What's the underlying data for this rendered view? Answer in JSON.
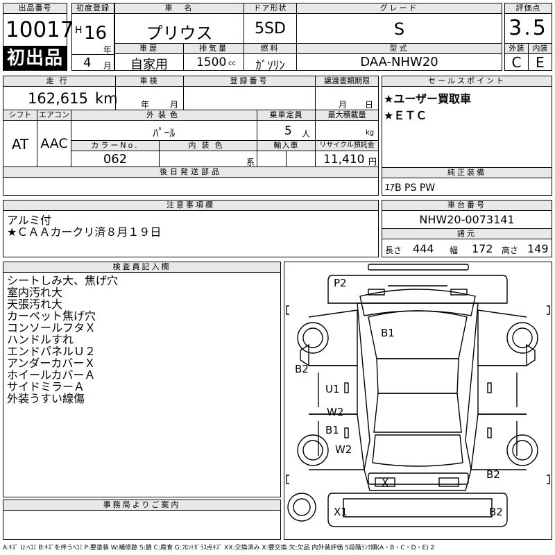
{
  "header": {
    "lot_no_label": "出品番号",
    "lot_no": "10017",
    "first_badge": "初出品",
    "first_reg_label": "初度登録",
    "era": "H",
    "year": "16",
    "year_unit": "年",
    "month": "4",
    "month_unit": "月",
    "car_name_label": "車　名",
    "car_name": "プリウス",
    "history_label": "車歴",
    "history": "自家用",
    "displacement_label": "排気量",
    "displacement": "1500",
    "displacement_unit": "cc",
    "door_label": "ドア形状",
    "door": "5SD",
    "fuel_label": "燃料",
    "fuel": "ｶﾞｿﾘﾝ",
    "grade_label": "グレード",
    "grade": "S",
    "model_label": "型式",
    "model": "DAA-NHW20",
    "score_label": "評価点",
    "score": "3.5",
    "exterior_label": "外装",
    "exterior": "C",
    "interior_label": "内装",
    "interior": "E"
  },
  "row2": {
    "mileage_label": "走行",
    "mileage": "162,615",
    "mileage_unit": "km",
    "inspection_label": "車検",
    "insp_year_unit": "年",
    "insp_month_unit": "月",
    "reg_no_label": "登録番号",
    "transfer_label": "譲渡書類期限",
    "transfer_month_unit": "月",
    "transfer_day_unit": "日",
    "shift_label": "シフト",
    "shift": "AT",
    "ac_label": "エアコン",
    "ac": "AAC",
    "ext_color_label": "外装色",
    "ext_color": "ﾊﾟｰﾙ",
    "capacity_label": "乗車定員",
    "capacity": "5",
    "capacity_unit": "人",
    "max_load_label": "最大積載量",
    "max_load_unit": "kg",
    "color_no_label": "カラーNo.",
    "color_no": "062",
    "int_color_label": "内装色",
    "int_color_unit": "系",
    "import_label": "輸入車",
    "recycle_label": "リサイクル預託金",
    "recycle": "11,410",
    "recycle_unit": "円",
    "later_parts_label": "後日発送部品"
  },
  "sales": {
    "label": "セールスポイント",
    "points": [
      "★ユーザー買取車",
      "★ＥＴＣ"
    ]
  },
  "equipment": {
    "label": "純正装備",
    "value": "ｴｱB PS PW"
  },
  "notes": {
    "label": "注意事項欄",
    "lines": [
      "アルミ付",
      "★ＣＡＡカークリ済８月１９日"
    ]
  },
  "chassis": {
    "label": "車台番号",
    "value": "NHW20-0073141",
    "dims_label": "諸元",
    "length_label": "長さ",
    "length": "444",
    "width_label": "幅",
    "width": "172",
    "height_label": "高さ",
    "height": "149"
  },
  "inspector": {
    "label": "検査員記入欄",
    "lines": [
      "シートしみ大、焦げ穴",
      "室内汚れ大",
      "天張汚れ大",
      "カーペット焦げ穴",
      "コンソールフタＸ",
      "ハンドルすれ",
      "エンドパネルＵ２",
      "アンダーカバーＸ",
      "ホイールカバーＡ",
      "サイドミラーＡ",
      "外装うすい線傷"
    ]
  },
  "office": {
    "label": "事務局よりご案内"
  },
  "diagram": {
    "marks": [
      "P2",
      "B1",
      "B2",
      "U1",
      "W2",
      "B1",
      "W2",
      "X",
      "B2",
      "X1",
      "B2"
    ]
  },
  "legend": "A:ｷｽﾞ U:ﾍｺﾐ B:ｷｽﾞを伴うﾍｺﾐ P:要塗装 W:補修跡 S:錆 C:腐食 G:ﾌﾛﾝﾄｶﾞﾗｽ点ｷｽﾞ XX:交換済み X:要交換 欠:欠品 内外装評価 5段階ﾗﾝｸ順(A・B・C・D・E) 2"
}
